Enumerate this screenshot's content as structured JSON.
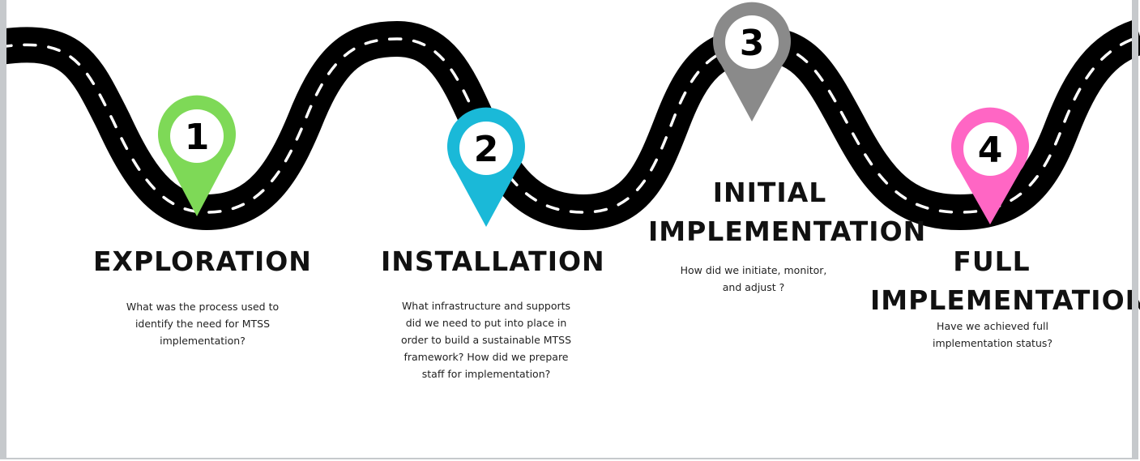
{
  "colors": {
    "road": "#000000",
    "lane_marking": "#ffffff",
    "pin_1": "#7ed957",
    "pin_2": "#1ab9d8",
    "pin_3": "#8a8a8a",
    "pin_4": "#ff66c4",
    "frame": "#c6c9cc"
  },
  "stages": [
    {
      "number": "1",
      "title": "EXPLORATION",
      "description": "What was the process used to identify the need for MTSS implementation?"
    },
    {
      "number": "2",
      "title": "INSTALLATION",
      "description": "What infrastructure and supports did we need to put into place in order to build a sustainable MTSS framework? How did we prepare staff for implementation?"
    },
    {
      "number": "3",
      "title_line1": "INITIAL",
      "title_line2": "IMPLEMENTATION",
      "description": "How did we initiate, monitor, and adjust ?"
    },
    {
      "number": "4",
      "title_line1": "FULL",
      "title_line2": "IMPLEMENTATION",
      "description": "Have we achieved full implementation status?"
    }
  ]
}
